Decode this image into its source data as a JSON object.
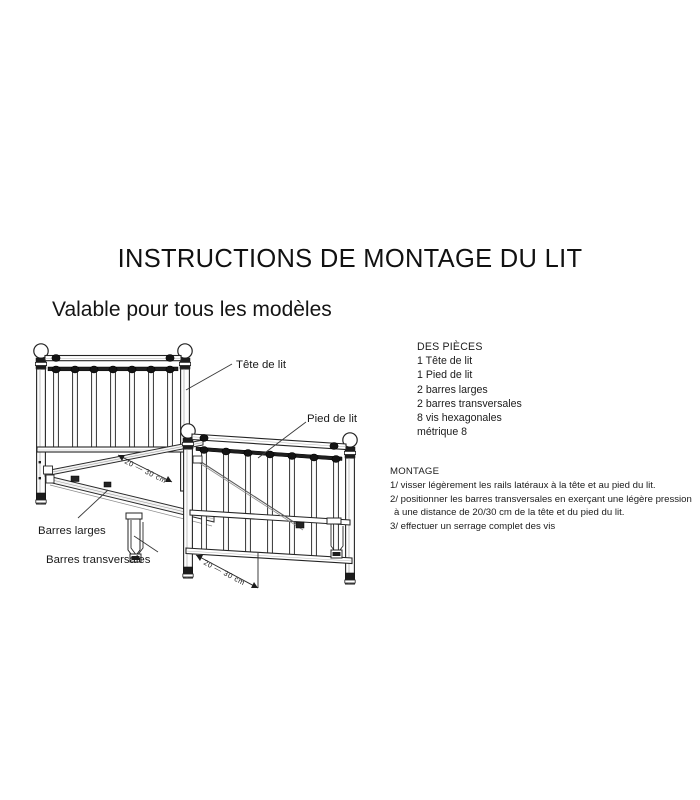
{
  "document": {
    "title": "INSTRUCTIONS DE MONTAGE DU LIT",
    "subtitle": "Valable pour tous les modèles"
  },
  "parts": {
    "heading": "DES PIÈCES",
    "items": [
      "1 Tête de lit",
      "1 Pied de lit",
      "2 barres larges",
      "2 barres transversales",
      "8 vis hexagonales",
      "métrique 8"
    ]
  },
  "montage": {
    "heading": "MONTAGE",
    "steps": [
      "1/ visser légèrement les rails latéraux à la tête et au pied du lit.",
      "2/ positionner les barres transversales en exerçant une légère pression",
      "à une distance de 20/30 cm de la tête et du pied du lit.",
      "3/ effectuer un serrage complet des vis"
    ]
  },
  "diagram": {
    "callouts": {
      "headboard": "Tête de lit",
      "footboard": "Pied de lit",
      "side_rails": "Barres larges",
      "cross_bars": "Barres transversales"
    },
    "dimensions": {
      "headboard_distance": "20 — 30  cm",
      "footboard_distance": "20 — 30  cm"
    },
    "counts": {
      "headboard_spindles": 7,
      "footboard_spindles": 7,
      "posts": 4
    }
  },
  "colors": {
    "page_background": "#ffffff",
    "ink": "#1a1a1a",
    "line": "#2b2b2b",
    "fill_light": "#f2f2f2",
    "fill_dark": "#1c1c1c"
  }
}
